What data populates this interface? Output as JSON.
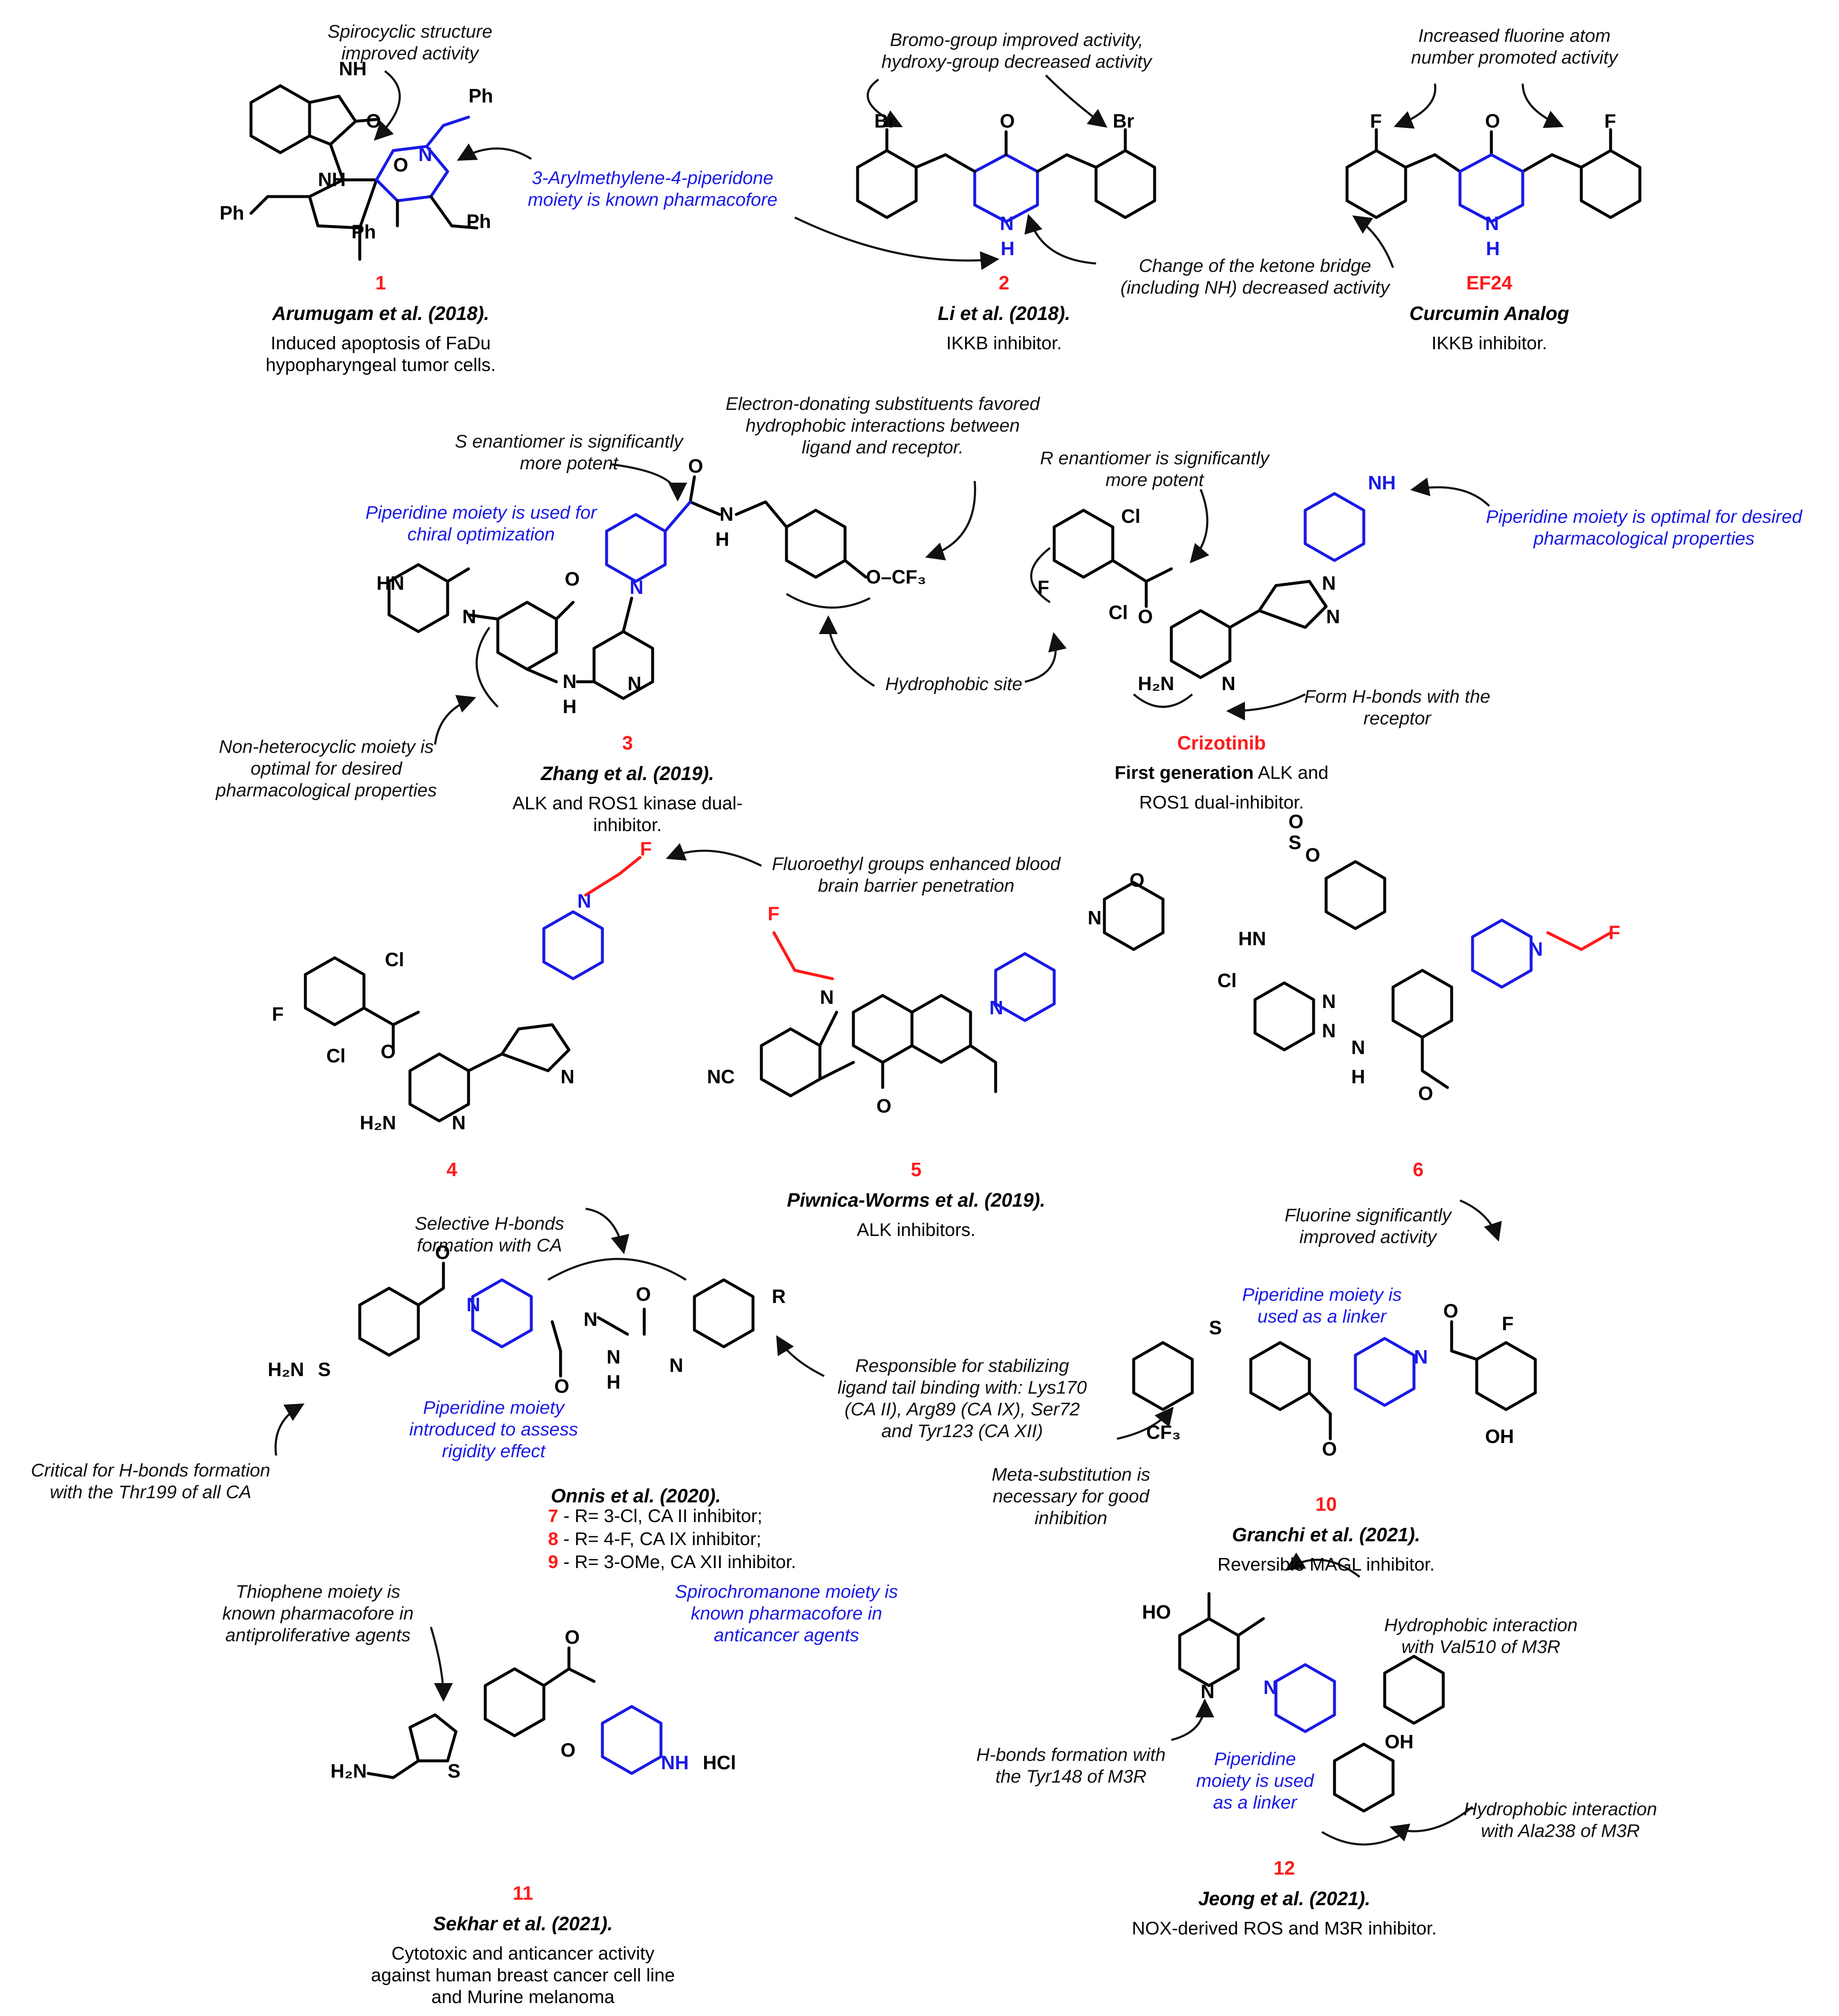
{
  "compounds": {
    "c1": {
      "num": "1",
      "ref": "Arumugam et al. (2018).",
      "desc": "Induced apoptosis of FaDu\nhypopharyngeal tumor cells."
    },
    "c2": {
      "num": "2",
      "ref": "Li et al. (2018).",
      "desc": "IKKB inhibitor."
    },
    "ef24": {
      "num": "EF24",
      "ref": "Curcumin Analog",
      "desc": "IKKB inhibitor."
    },
    "c3": {
      "num": "3",
      "ref": "Zhang et al. (2019).",
      "desc": "ALK and ROS1 kinase dual-\ninhibitor."
    },
    "crizotinib": {
      "num": "Crizotinib",
      "bold_part": "First generation",
      "desc_rest": " ALK and",
      "desc_line2": "ROS1 dual-inhibitor."
    },
    "c4": {
      "num": "4"
    },
    "c5": {
      "num": "5",
      "ref": "Piwnica-Worms et al. (2019).",
      "desc": "ALK inhibitors."
    },
    "c6": {
      "num": "6"
    },
    "c789": {
      "ref": "Onnis et al. (2020).",
      "rows": [
        {
          "n": "7",
          "text": " - R= 3-Cl, CA II inhibitor;"
        },
        {
          "n": "8",
          "text": " - R= 4-F, CA IX inhibitor;"
        },
        {
          "n": "9",
          "text": " - R= 3-OMe, CA XII inhibitor."
        }
      ]
    },
    "c10": {
      "num": "10",
      "ref": "Granchi et al. (2021).",
      "desc": "Reversible MAGL inhibitor."
    },
    "c11": {
      "num": "11",
      "ref": "Sekhar et al. (2021).",
      "desc": "Cytotoxic and anticancer activity\nagainst human breast cancer cell line\nand Murine melanoma"
    },
    "c12": {
      "num": "12",
      "ref": "Jeong et al. (2021).",
      "desc": "NOX-derived ROS and M3R inhibitor."
    }
  },
  "annotations": {
    "spiro": "Spirocyclic structure\nimproved activity",
    "arylmethylene": "3-Arylmethylene-4-piperidone\nmoiety is known pharmacofore",
    "bromo": "Bromo-group improved activity,\nhydroxy-group decreased activity",
    "fluorine_num": "Increased fluorine atom\nnumber promoted activity",
    "ketone_bridge": "Change of the ketone bridge\n(including NH) decreased activity",
    "electron_donating": "Electron-donating substituents favored\nhydrophobic interactions between\nligand and receptor.",
    "s_enantiomer": "S enantiomer is significantly\nmore potent",
    "chiral_opt": "Piperidine moiety is used for\nchiral optimization",
    "r_enantiomer": "R enantiomer is significantly\nmore potent",
    "pip_optimal": "Piperidine moiety is optimal for desired\npharmacological properties",
    "hydrophobic_site": "Hydrophobic site",
    "hbonds_receptor": "Form H-bonds with the\nreceptor",
    "non_heterocyclic": "Non-heterocyclic moiety is\noptimal for desired\npharmacological properties",
    "fluoroethyl": "Fluoroethyl groups enhanced blood\nbrain barrier penetration",
    "selective_hbonds": "Selective H-bonds\nformation with CA",
    "fluorine_sig": "Fluorine significantly\nimproved activity",
    "pip_linker_10": "Piperidine moiety is\nused as a linker",
    "tail_binding": "Responsible for stabilizing\nligand tail binding with: Lys170\n(CA II), Arg89 (CA IX), Ser72\nand Tyr123 (CA XII)",
    "pip_rigidity": "Piperidine moiety\nintroduced to assess\nrigidity effect",
    "thr199": "Critical for H-bonds formation\nwith the Thr199 of all CA",
    "meta_sub": "Meta-substitution is\nnecessary for good\ninhibition",
    "thiophene": "Thiophene moiety is\nknown pharmacofore in\nantiproliferative agents",
    "spirochromanone": "Spirochromanone moiety is\nknown pharmacofore in\nanticancer agents",
    "val510": "Hydrophobic interaction\nwith Val510 of M3R",
    "tyr148": "H-bonds formation with\nthe Tyr148 of M3R",
    "pip_linker_12": "Piperidine\nmoiety is used\nas a linker",
    "ala238": "Hydrophobic interaction\nwith Ala238 of M3R"
  },
  "atoms": {
    "NH": "NH",
    "N": "N",
    "H": "H",
    "O": "O",
    "S": "S",
    "F": "F",
    "Cl": "Cl",
    "Br": "Br",
    "HN": "HN",
    "Ph": "Ph",
    "OH": "OH",
    "HO": "HO",
    "CF3": "CF₃",
    "O_CF3": "O–CF₃",
    "H2N": "H₂N",
    "NC": "NC",
    "HCl": "HCl",
    "R": "R",
    "NH_H": "H"
  },
  "colors": {
    "piperidine": "#1a1ae6",
    "highlight": "#ff1a1a",
    "text": "#000000"
  }
}
